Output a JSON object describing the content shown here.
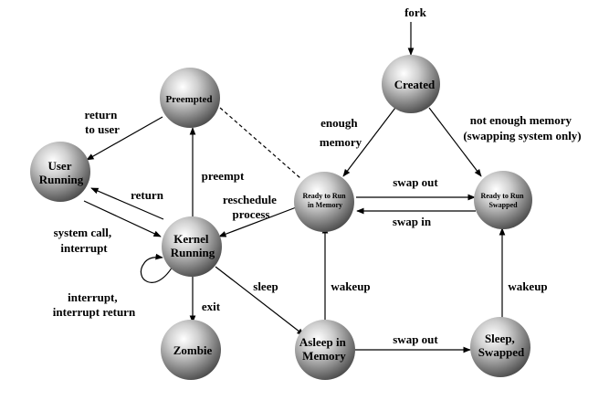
{
  "states": {
    "created": [
      "Created"
    ],
    "preempted": [
      "Preempted"
    ],
    "user_running": [
      "User",
      "Running"
    ],
    "kernel_running": [
      "Kernel",
      "Running"
    ],
    "zombie": [
      "Zombie"
    ],
    "ready_memory": [
      "Ready to Run",
      "in Memory"
    ],
    "ready_swapped": [
      "Ready to Run",
      "Swapped"
    ],
    "asleep_memory": [
      "Asleep in",
      "Memory"
    ],
    "sleep_swapped": [
      "Sleep,",
      "Swapped"
    ]
  },
  "transitions": {
    "fork": [
      "fork"
    ],
    "enough_memory": [
      "enough",
      "memory"
    ],
    "not_enough_memory": [
      "not enough memory",
      "(swapping system only)"
    ],
    "return_to_user": [
      "return",
      "to user"
    ],
    "preempt": [
      "preempt"
    ],
    "return": [
      "return"
    ],
    "reschedule_process": [
      "reschedule",
      "process"
    ],
    "swap_out_top": [
      "swap out"
    ],
    "swap_in": [
      "swap in"
    ],
    "system_call": [
      "system call,",
      "interrupt"
    ],
    "interrupt_return": [
      "interrupt,",
      "interrupt return"
    ],
    "exit": [
      "exit"
    ],
    "sleep": [
      "sleep"
    ],
    "wakeup_left": [
      "wakeup"
    ],
    "wakeup_right": [
      "wakeup"
    ],
    "swap_out_bottom": [
      "swap out"
    ]
  }
}
